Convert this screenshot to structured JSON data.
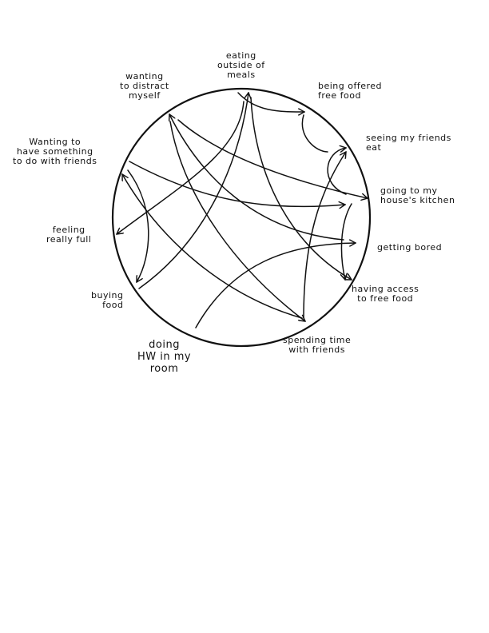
{
  "nodes": [
    {
      "id": "eating",
      "lines": [
        "eating",
        "outside of",
        "meals"
      ]
    },
    {
      "id": "offered",
      "lines": [
        "being offered",
        "free food"
      ]
    },
    {
      "id": "seeing",
      "lines": [
        "seeing my friends",
        "eat"
      ]
    },
    {
      "id": "kitchen",
      "lines": [
        "going to my",
        "house's kitchen"
      ]
    },
    {
      "id": "bored",
      "lines": [
        "getting bored"
      ]
    },
    {
      "id": "access",
      "lines": [
        "having access",
        "to free food"
      ]
    },
    {
      "id": "spending",
      "lines": [
        "spending time",
        "with friends"
      ]
    },
    {
      "id": "hw",
      "lines": [
        "doing",
        "HW in my",
        "room"
      ]
    },
    {
      "id": "buying",
      "lines": [
        "buying",
        "food"
      ]
    },
    {
      "id": "full",
      "lines": [
        "feeling",
        "really full"
      ]
    },
    {
      "id": "something",
      "lines": [
        "Wanting to",
        "have something",
        "to do with friends"
      ]
    },
    {
      "id": "distract",
      "lines": [
        "wanting",
        "to distract",
        "myself"
      ]
    }
  ],
  "colors": {
    "ink": "#111111",
    "background": "#ffffff"
  }
}
